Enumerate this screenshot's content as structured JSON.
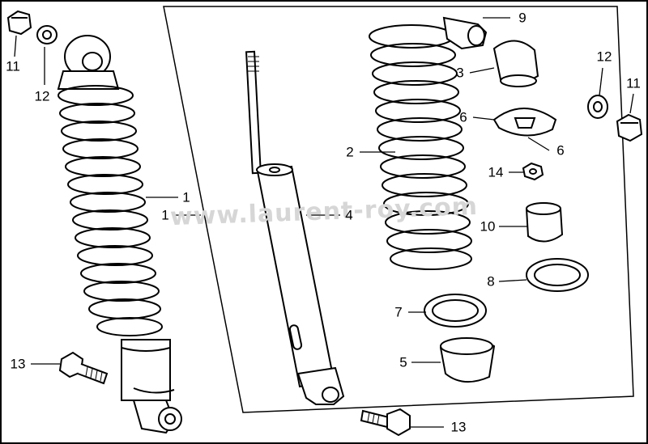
{
  "diagram": {
    "watermark": "www.laurent-roy.com",
    "callouts": [
      {
        "id": "c11L",
        "text": "11"
      },
      {
        "id": "c12L",
        "text": "12"
      },
      {
        "id": "c1a",
        "text": "1"
      },
      {
        "id": "c1b",
        "text": "1"
      },
      {
        "id": "c13L",
        "text": "13"
      },
      {
        "id": "c4",
        "text": "4"
      },
      {
        "id": "c2",
        "text": "2"
      },
      {
        "id": "c9",
        "text": "9"
      },
      {
        "id": "c3",
        "text": "3"
      },
      {
        "id": "c6a",
        "text": "6"
      },
      {
        "id": "c6b",
        "text": "6"
      },
      {
        "id": "c14",
        "text": "14"
      },
      {
        "id": "c10",
        "text": "10"
      },
      {
        "id": "c8",
        "text": "8"
      },
      {
        "id": "c7",
        "text": "7"
      },
      {
        "id": "c5",
        "text": "5"
      },
      {
        "id": "c13R",
        "text": "13"
      },
      {
        "id": "c12R",
        "text": "12"
      },
      {
        "id": "c11R",
        "text": "11"
      }
    ]
  }
}
